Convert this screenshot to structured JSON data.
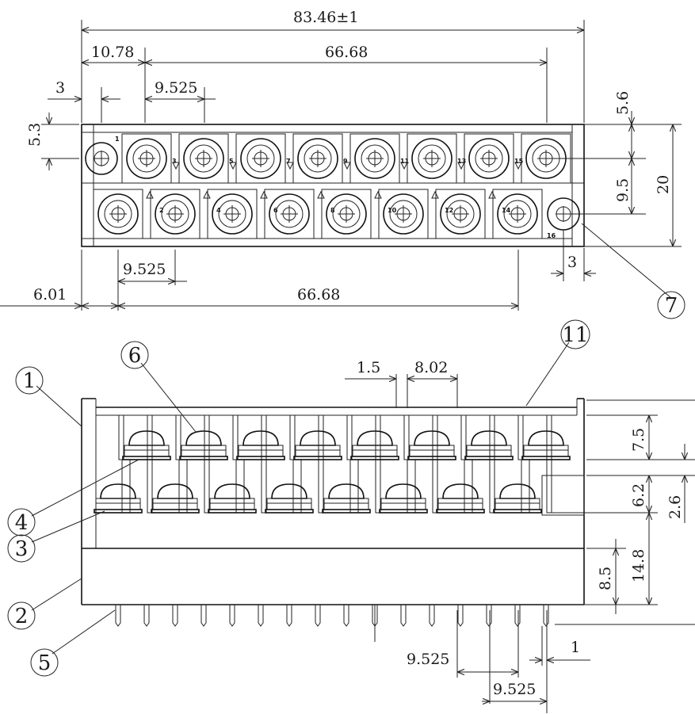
{
  "dimensions": {
    "overall_length": "83.46±1",
    "top_offset": "10.78",
    "top_span": "66.68",
    "screw_offset": "3",
    "top_pitch": "9.525",
    "top_edge_offset": "5.3",
    "right_top": "5.6",
    "row_spacing": "9.5",
    "body_width": "20",
    "lower_pitch": "9.525",
    "right_offset": "3",
    "left_offset": "6.01",
    "lower_span": "66.68",
    "barrier_thickness": "1.5",
    "barrier_pitch": "8.02",
    "upper_height": "7.5",
    "mid_height": "6.2",
    "step": "2.6",
    "lower_height": "14.8",
    "base_height": "8.5",
    "pin_pitch_1": "9.525",
    "pin_pitch_2": "9.525",
    "pin_width": "1"
  },
  "callouts": [
    "1",
    "2",
    "3",
    "4",
    "5",
    "6",
    "7",
    "11"
  ],
  "terminal_numbers": [
    "1",
    "2",
    "3",
    "4",
    "5",
    "6",
    "7",
    "8",
    "9",
    "10",
    "11",
    "12",
    "13",
    "14",
    "15",
    "16"
  ]
}
